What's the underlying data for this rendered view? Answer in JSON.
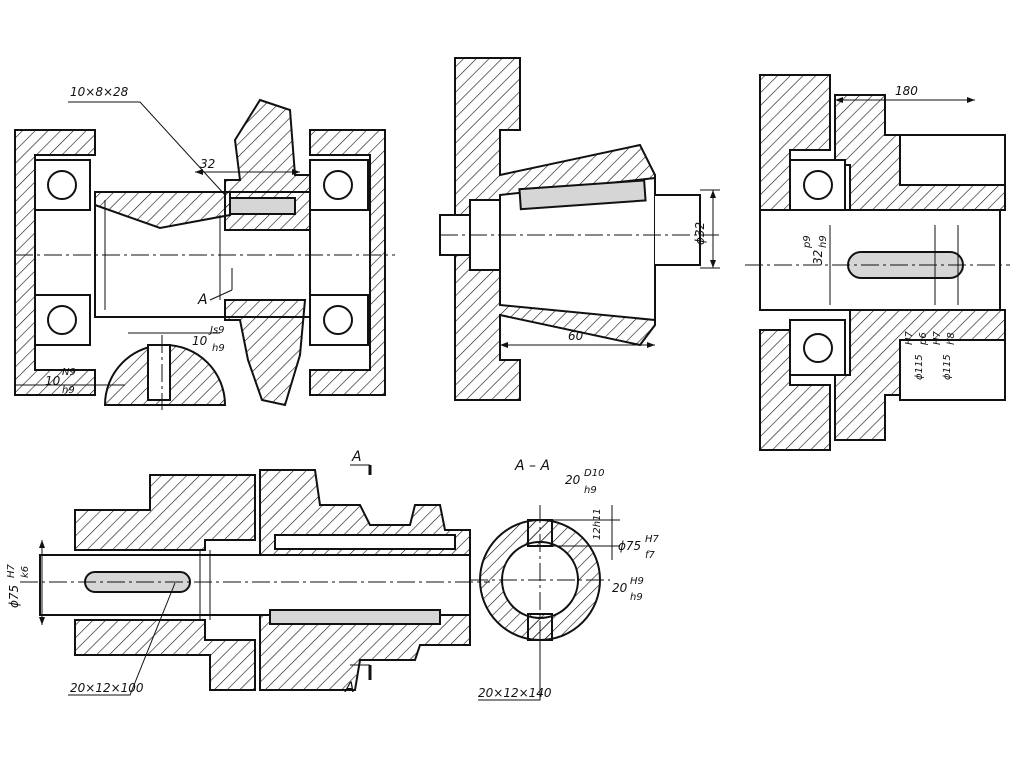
{
  "views": {
    "spline_gear": {
      "spline_note": "10×8×28",
      "width_dim": "32",
      "section_mark": "A",
      "fit_hub_prefix": "10",
      "fit_hub_num": "Js9",
      "fit_hub_den": "h9",
      "fit_shaft_prefix": "10",
      "fit_shaft_num": "N9",
      "fit_shaft_den": "h9"
    },
    "tapered_shaft": {
      "diameter_dim": "ϕ32",
      "length_dim": "60"
    },
    "pin_hub": {
      "length_dim": "180",
      "pin_fit_prefix": "32",
      "pin_fit_num": "p9",
      "pin_fit_den": "h9",
      "bore_fit_1": "ϕ115",
      "bore_fit_1_num": "H7",
      "bore_fit_1_den": "p6",
      "bore_fit_2": "ϕ115",
      "bore_fit_2_num": "H7",
      "bore_fit_2_den": "h8"
    },
    "sliding_shaft": {
      "shaft_fit_prefix": "ϕ75",
      "shaft_fit_num": "H7",
      "shaft_fit_den": "k6",
      "key_left": "20×12×100",
      "section_mark_top": "A",
      "section_mark_bottom": "A"
    },
    "section_aa": {
      "title": "A – A",
      "key_fit_prefix": "20",
      "key_fit_num": "D10",
      "key_fit_den": "h9",
      "height_tol": "12h11",
      "dia_fit_prefix": "ϕ75",
      "dia_fit_num": "H7",
      "dia_fit_den": "f7",
      "width_fit_prefix": "20",
      "width_fit_num": "H9",
      "width_fit_den": "h9",
      "key_bottom": "20×12×140"
    }
  }
}
